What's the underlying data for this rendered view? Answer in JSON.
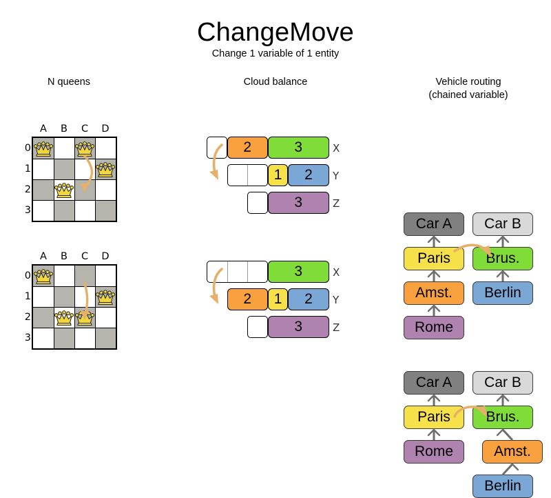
{
  "header": {
    "title": "ChangeMove",
    "subtitle": "Change 1 variable of 1 entity"
  },
  "sections": {
    "nqueens": {
      "title": "N queens"
    },
    "cloud": {
      "title": "Cloud balance"
    },
    "routing": {
      "title_line1": "Vehicle routing",
      "title_line2": "(chained variable)"
    }
  },
  "colors": {
    "orange": "#f9a03f",
    "green": "#80dc38",
    "yellow": "#f7e14a",
    "blue": "#7ba7d7",
    "purple": "#af82af",
    "gray_dark": "#808080",
    "gray_light": "#d9d9d9",
    "arrow": "#e6b06a",
    "board_dark": "#b5b5ad",
    "board_light": "#ffffff"
  },
  "nqueens": {
    "columns": [
      "A",
      "B",
      "C",
      "D"
    ],
    "rows": [
      "0",
      "1",
      "2",
      "3"
    ],
    "before": {
      "queens": [
        {
          "col": 0,
          "row": 0
        },
        {
          "col": 2,
          "row": 0
        },
        {
          "col": 3,
          "row": 1
        },
        {
          "col": 1,
          "row": 2
        }
      ],
      "move": {
        "from_col": 2,
        "from_row": 0,
        "to_col": 2,
        "to_row": 2
      }
    },
    "after": {
      "queens": [
        {
          "col": 0,
          "row": 0
        },
        {
          "col": 3,
          "row": 1
        },
        {
          "col": 1,
          "row": 2
        },
        {
          "col": 2,
          "row": 2
        }
      ],
      "move": {
        "from_col": 2,
        "from_row": 0,
        "to_col": 2,
        "to_row": 2
      }
    }
  },
  "cloud_balance": {
    "row_labels": [
      "X",
      "Y",
      "Z"
    ],
    "before": {
      "rows": [
        {
          "label": "X",
          "start": 0,
          "segments": [
            {
              "value": "",
              "size": 1,
              "color": "white"
            },
            {
              "value": "2",
              "size": 2,
              "color": "orange"
            },
            {
              "value": "3",
              "size": 3,
              "color": "green"
            }
          ]
        },
        {
          "label": "Y",
          "start": 1,
          "segments": [
            {
              "value": "",
              "size": 1,
              "color": "white"
            },
            {
              "value": "",
              "size": 1,
              "color": "white"
            },
            {
              "value": "1",
              "size": 1,
              "color": "yellow"
            },
            {
              "value": "2",
              "size": 2,
              "color": "blue"
            }
          ]
        },
        {
          "label": "Z",
          "start": 2,
          "segments": [
            {
              "value": "",
              "size": 1,
              "color": "white"
            },
            {
              "value": "3",
              "size": 3,
              "color": "purple"
            }
          ]
        }
      ]
    },
    "after": {
      "rows": [
        {
          "label": "X",
          "start": 0,
          "segments": [
            {
              "value": "",
              "size": 1,
              "color": "white"
            },
            {
              "value": "",
              "size": 1,
              "color": "white"
            },
            {
              "value": "",
              "size": 1,
              "color": "white"
            },
            {
              "value": "3",
              "size": 3,
              "color": "green"
            }
          ]
        },
        {
          "label": "Y",
          "start": 1,
          "segments": [
            {
              "value": "2",
              "size": 2,
              "color": "orange"
            },
            {
              "value": "1",
              "size": 1,
              "color": "yellow"
            },
            {
              "value": "2",
              "size": 2,
              "color": "blue"
            }
          ]
        },
        {
          "label": "Z",
          "start": 2,
          "segments": [
            {
              "value": "",
              "size": 1,
              "color": "white"
            },
            {
              "value": "3",
              "size": 3,
              "color": "purple"
            }
          ]
        }
      ]
    }
  },
  "routing": {
    "before": {
      "left_chain": [
        "Rome",
        "Amst.",
        "Paris",
        "Car A"
      ],
      "right_chain": [
        "Berlin",
        "Brus.",
        "Car B"
      ],
      "moving_node": "Amst."
    },
    "after": {
      "left_chain": [
        "Rome",
        "Paris",
        "Car A"
      ],
      "right_chain": [
        "Berlin",
        "Amst.",
        "Brus.",
        "Car B"
      ],
      "moving_node": "Amst."
    },
    "node_colors": {
      "Car A": "gray_dark",
      "Car B": "gray_light",
      "Paris": "yellow",
      "Brus.": "green",
      "Amst.": "orange",
      "Rome": "purple",
      "Berlin": "blue"
    }
  }
}
